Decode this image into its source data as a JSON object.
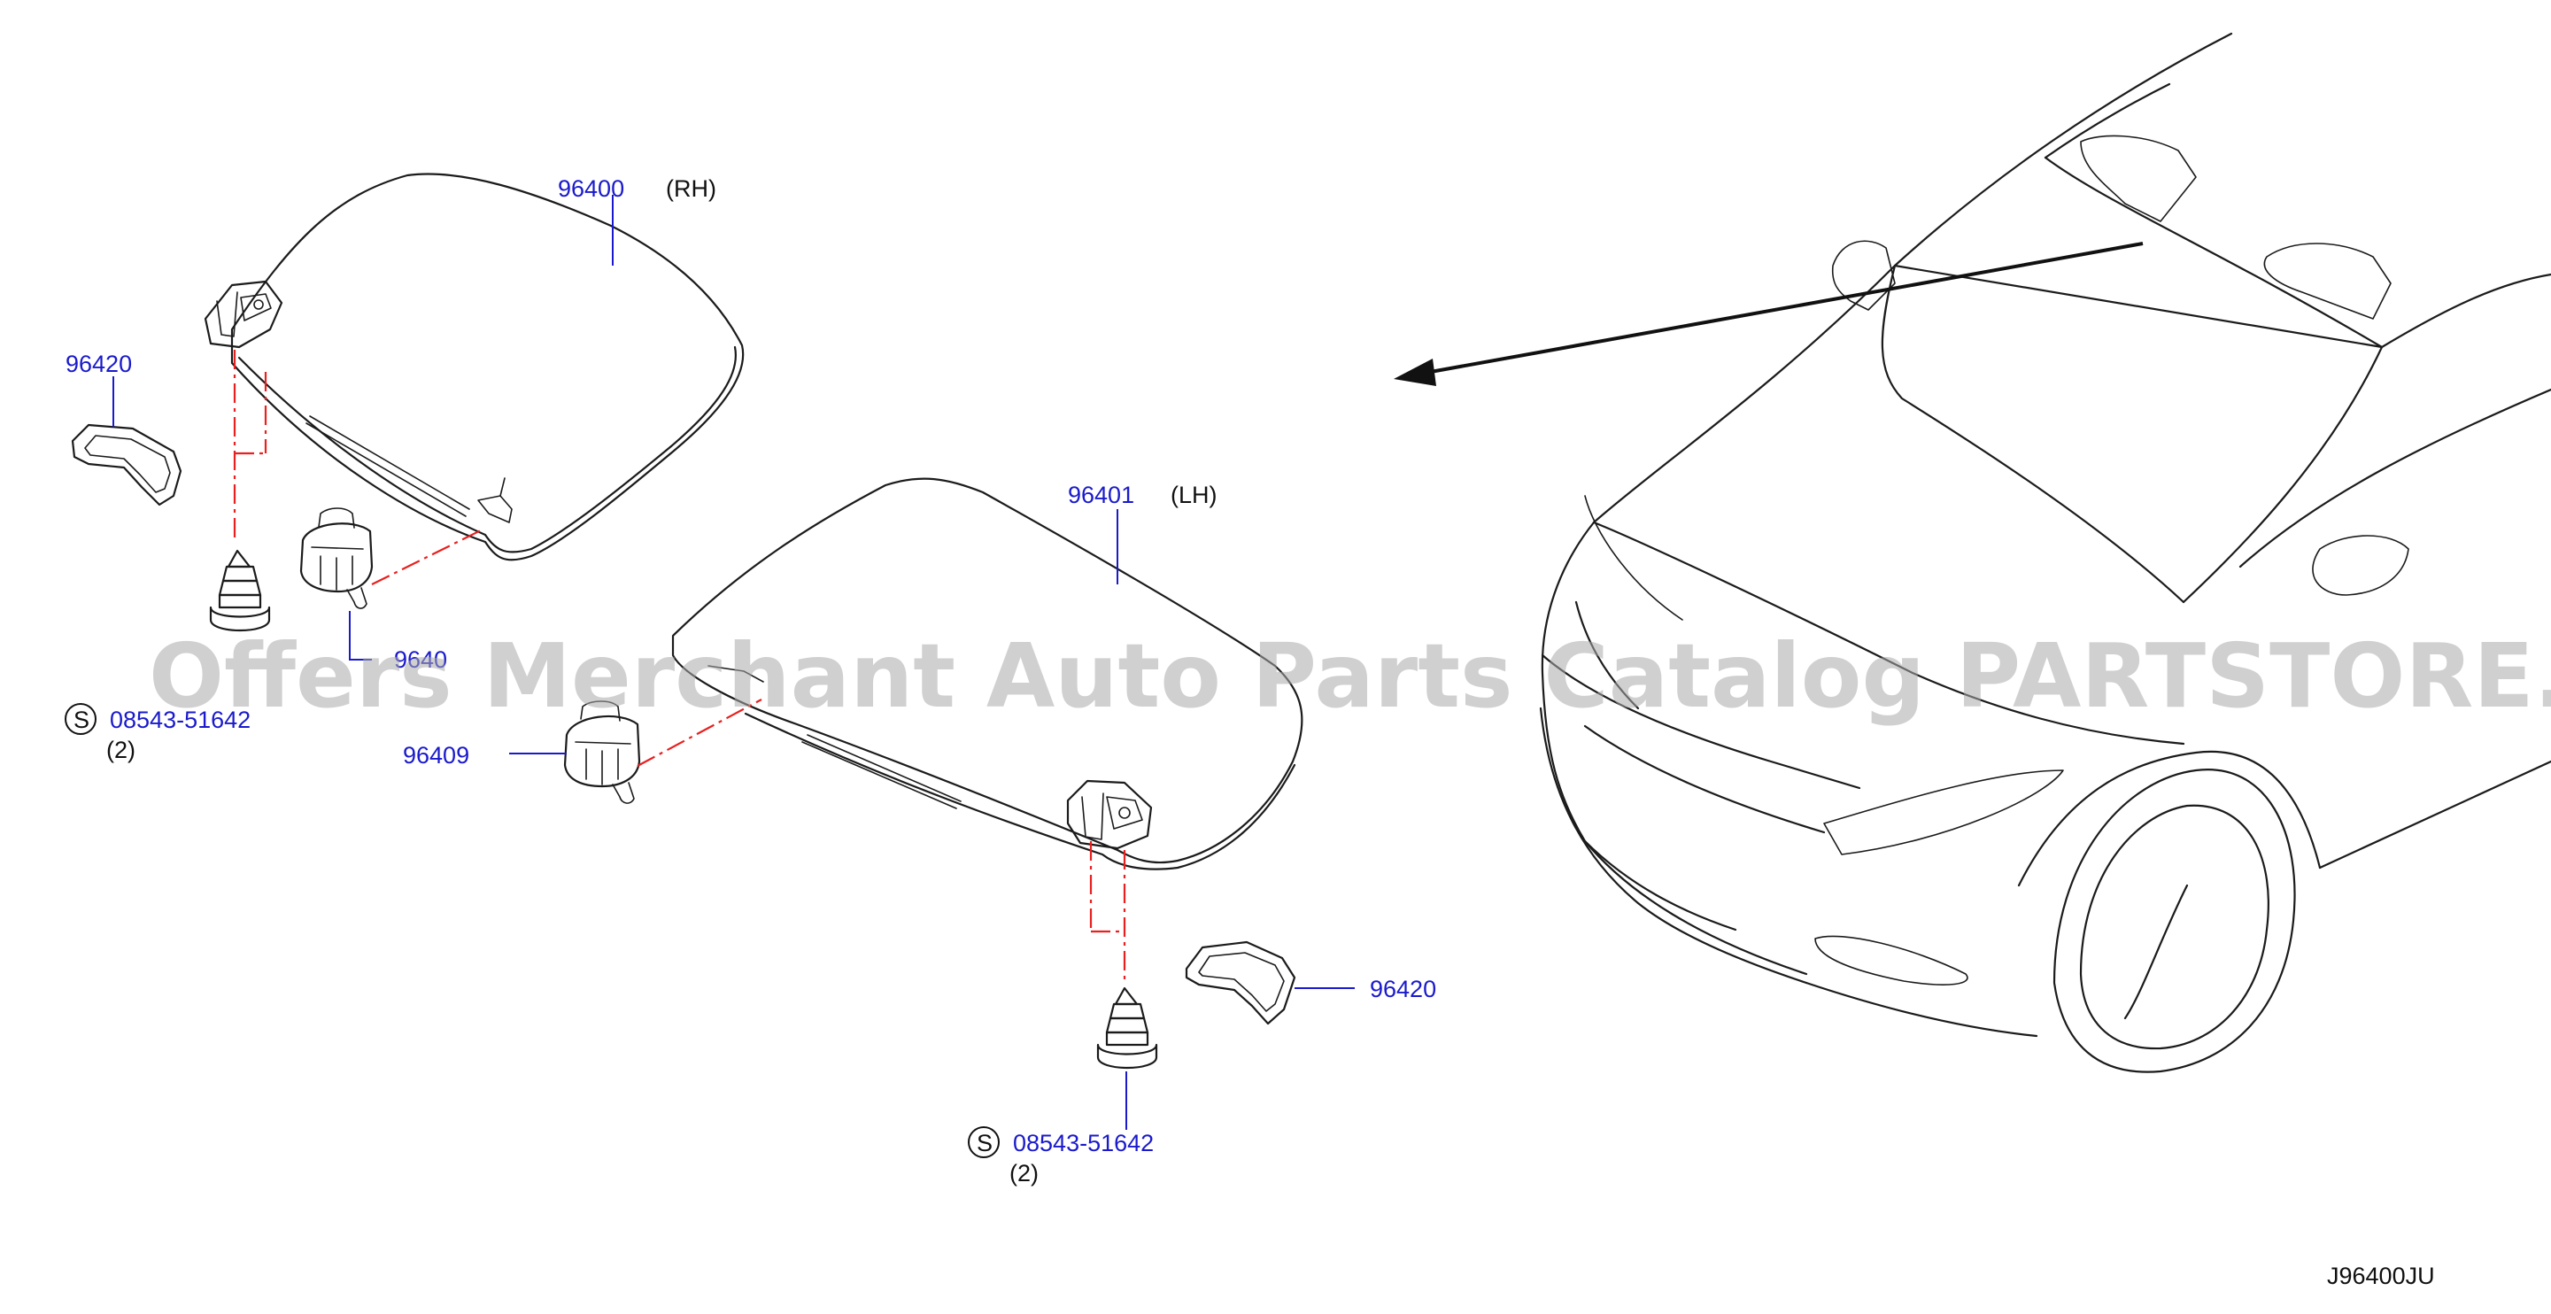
{
  "callouts": {
    "rh_visor_part": "96400",
    "rh_visor_side": "(RH)",
    "lh_visor_part": "96401",
    "lh_visor_side": "(LH)",
    "cover_upper": "96420",
    "cover_lower": "96420",
    "holder_upper": "9640",
    "holder_lower": "96409",
    "screw_upper_code": "08543-51642",
    "screw_upper_qty": "(2)",
    "screw_lower_code": "08543-51642",
    "screw_lower_qty": "(2)",
    "std_symbol": "S"
  },
  "diagram_code": "J96400JU",
  "watermark": "Offers Merchant Auto Parts Catalog PARTSTORE.SA",
  "colors": {
    "callout_text": "#1a1acc",
    "centerline": "#e8201f",
    "linework": "#1b1b1b",
    "watermark": "#aaaaaa"
  }
}
